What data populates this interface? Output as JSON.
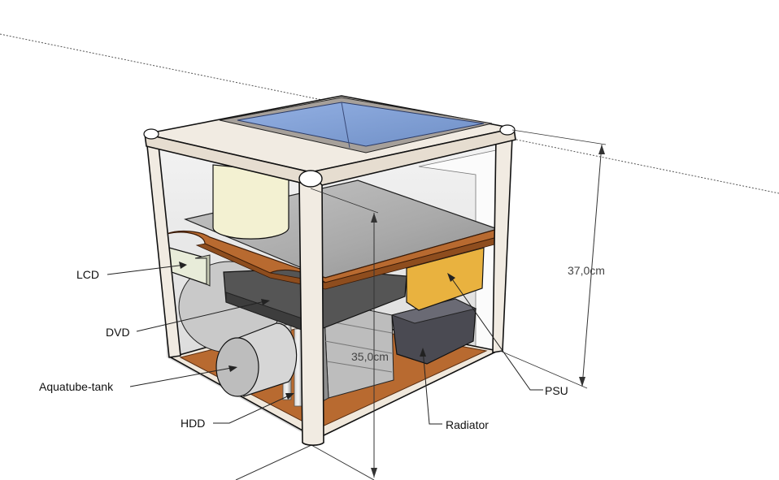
{
  "labels": {
    "lcd": "LCD",
    "dvd": "DVD",
    "tank": "Aquatube-tank",
    "hdd": "HDD",
    "radiator": "Radiator",
    "psu": "PSU"
  },
  "dimensions": {
    "outer_height": "37,0cm",
    "inner_height": "35,0cm"
  },
  "colors": {
    "frame": "#f1ebe2",
    "wood": "#b86a30",
    "glass": "#7f9fd6",
    "plate": "#a9a9a9",
    "psu": "#e9b23f",
    "tank": "#f3f1d2",
    "dvd": "#555555",
    "radiator": "#4a4a52"
  }
}
